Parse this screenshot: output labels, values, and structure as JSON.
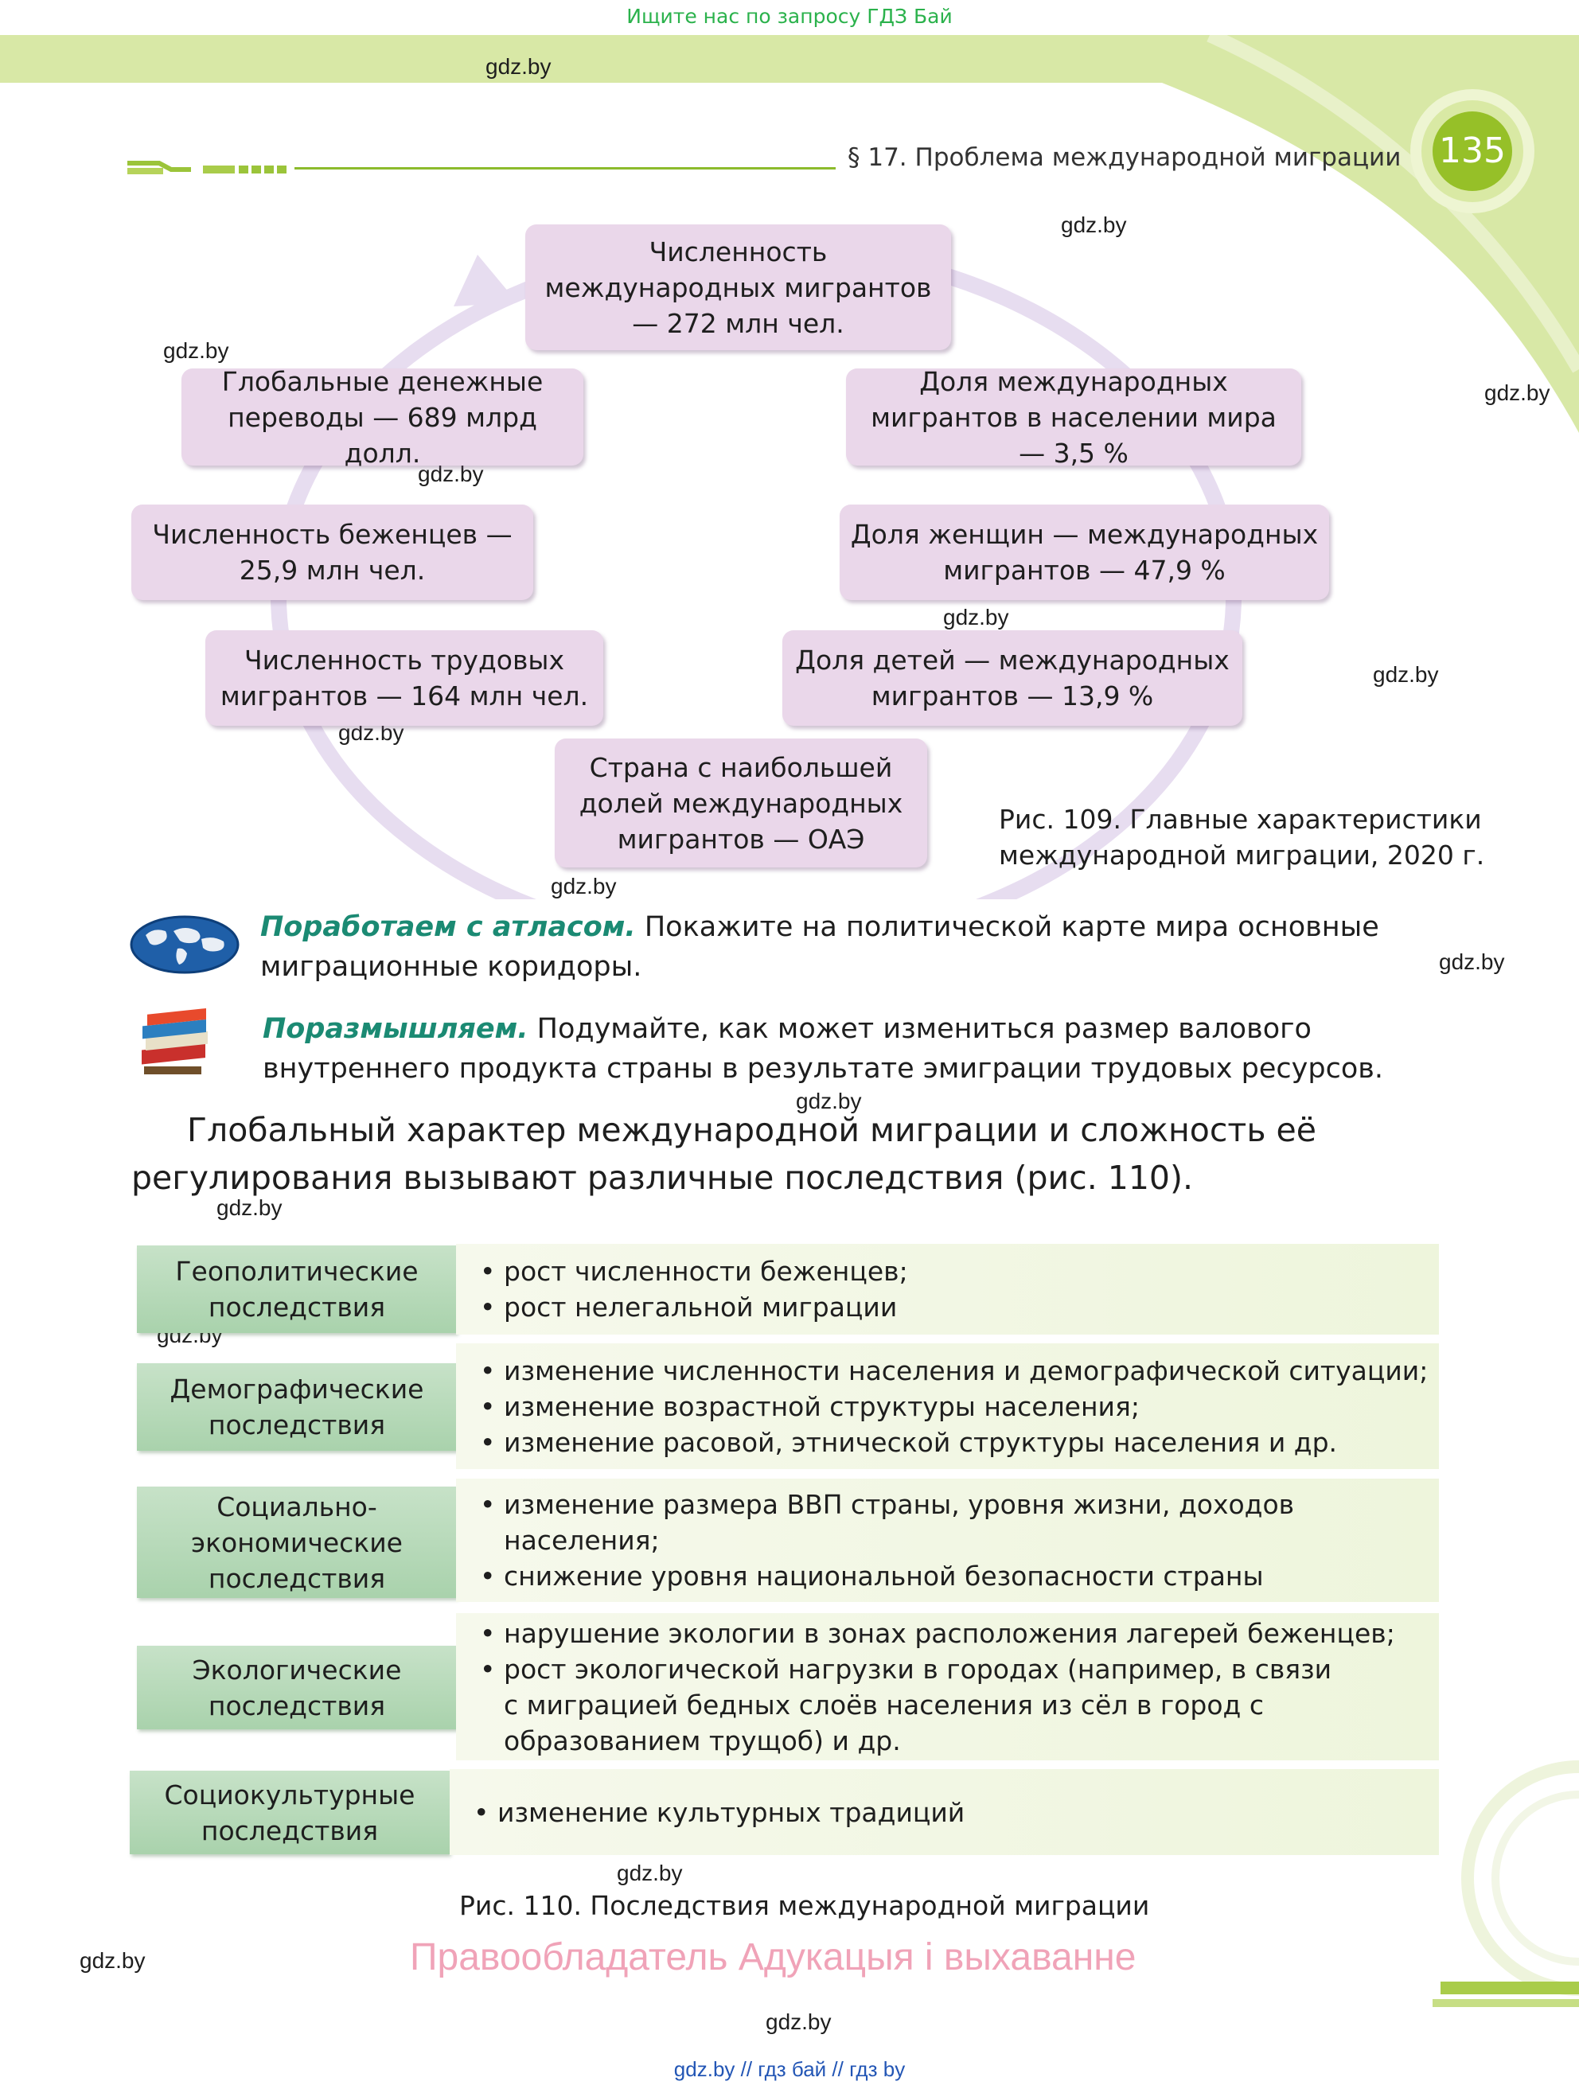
{
  "top_banner": "Ищите нас по запросу ГДЗ Бай",
  "header": {
    "running_title": "§ 17. Проблема международной миграции",
    "page_number": "135"
  },
  "watermark": "gdz.by",
  "fig109": {
    "boxes": {
      "top": "Численность международных мигрантов — 272 млн чел.",
      "remittances": "Глобальные денежные переводы — 689 млрд долл.",
      "refugees": "Численность беженцев — 25,9 млн чел.",
      "labour": "Численность трудовых мигрантов — 164 млн чел.",
      "uae": "Страна с наибольшей долей международных мигрантов — ОАЭ",
      "share_world": "Доля международных мигрантов в населении мира — 3,5 %",
      "women": "Доля женщин — международных мигрантов — 47,9 %",
      "children": "Доля детей — международных мигрантов — 13,9 %"
    },
    "caption_line1": "Рис. 109. Главные характеристики",
    "caption_line2": "международной миграции, 2020 г."
  },
  "tasks": {
    "atlas_lead": "Поработаем с атласом.",
    "atlas_text": " Покажите на политической карте мира основные миграционные коридоры.",
    "think_lead": "Поразмышляем.",
    "think_text": " Подумайте, как может измениться размер валового внутреннего продукта страны в результате эмиграции трудовых ресурсов."
  },
  "body_paragraph": "Глобальный характер международной миграции и сложность её регулирования вызывают различные последствия (рис. 110).",
  "fig110": {
    "rows": [
      {
        "label": "Геополитические последствия",
        "items": [
          "рост численности беженцев;",
          "рост нелегальной миграции"
        ]
      },
      {
        "label": "Демографические последствия",
        "items": [
          "изменение численности населения и демографической ситуации;",
          "изменение возрастной структуры населения;",
          "изменение расовой, этнической структуры населения и др."
        ]
      },
      {
        "label": "Социально-экономические последствия",
        "items": [
          "изменение размера ВВП страны, уровня жизни, доходов населения;",
          "снижение уровня национальной безопасности страны"
        ]
      },
      {
        "label": "Экологические последствия",
        "items": [
          "нарушение экологии в зонах расположения лагерей беженцев;",
          "рост экологической нагрузки в городах (например, в связи с миграцией бедных слоёв населения из сёл в город с образованием трущоб) и др."
        ]
      },
      {
        "label": "Социокультурные последствия",
        "items": [
          "изменение культурных традиций"
        ]
      }
    ],
    "caption": "Рис. 110. Последствия международной миграции"
  },
  "copyright": "Правообладатель Адукацыя і выхаванне",
  "bottom_links": "gdz.by  //  гдз бай  //  гдз by",
  "colors": {
    "accent_green": "#96c028",
    "task_teal": "#1b8a73",
    "box_lilac": "#ead7ea",
    "label_green": "#b5d8b7",
    "copyright_pink": "#f0a3b8"
  }
}
